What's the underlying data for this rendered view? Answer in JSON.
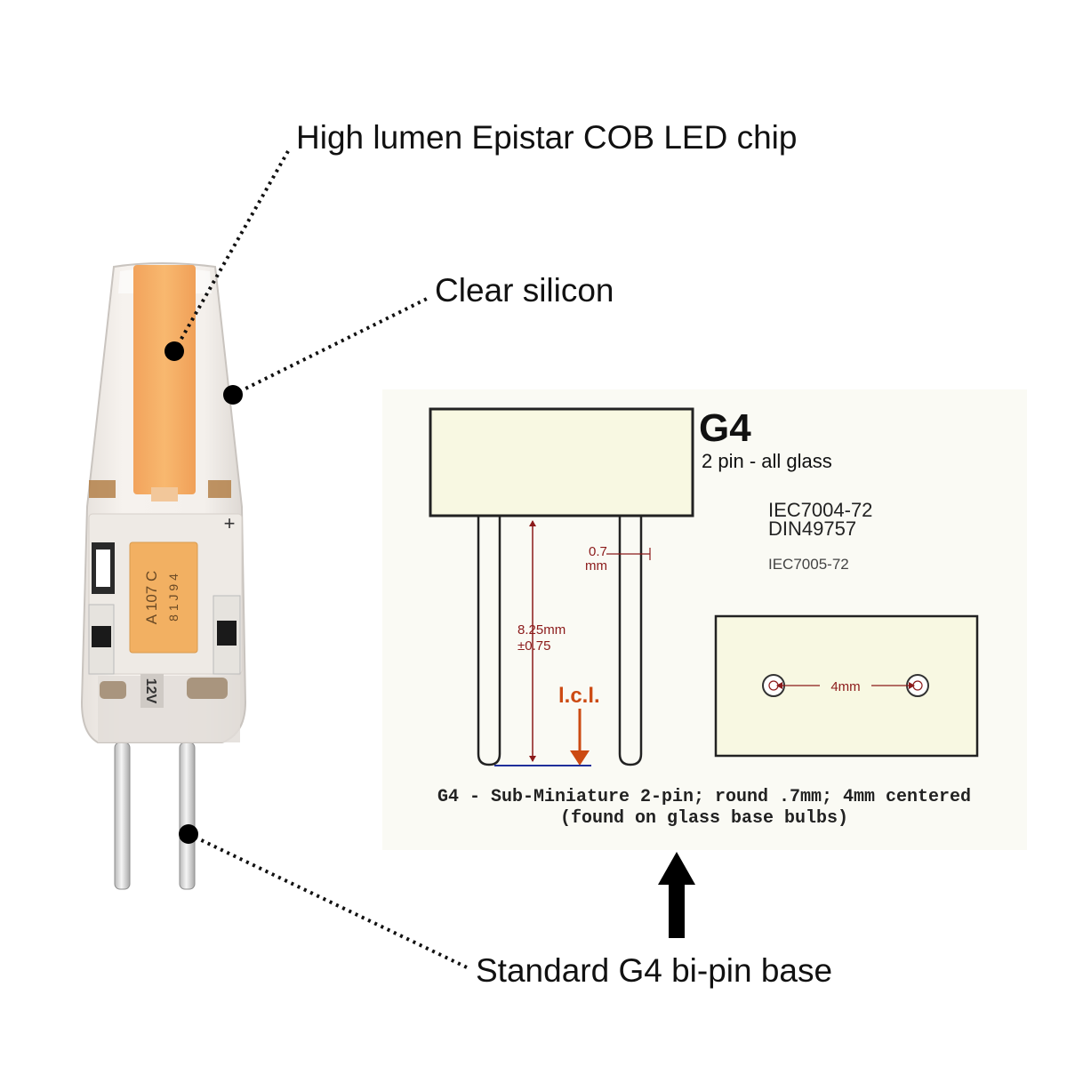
{
  "callouts": {
    "chip": "High lumen Epistar COB LED chip",
    "silicon": "Clear silicon",
    "base": "Standard G4 bi-pin base"
  },
  "bulb": {
    "capacitor_line1": "A 107 C",
    "capacitor_line2": "8 1 J 9 4",
    "voltage_marking": "12V",
    "plus_marking": "+"
  },
  "spec_drawing": {
    "title": "G4",
    "subtitle": "2 pin - all glass",
    "standard_1": "IEC7004-72",
    "standard_2": "DIN49757",
    "standard_3": "IEC7005-72",
    "pin_diameter_value": "0.7",
    "pin_diameter_unit": "mm",
    "pin_length_value": "8.25mm",
    "pin_length_tolerance": "±0.75",
    "lcl_label": "l.c.l.",
    "pin_spacing": "4mm",
    "caption_line1": "G4 - Sub-Miniature 2-pin; round .7mm; 4mm centered",
    "caption_line2": "(found on glass base bulbs)"
  },
  "colors": {
    "background": "#ffffff",
    "diagram_background": "#fafaf4",
    "cap_fill": "#f8f8e2",
    "dimension_line": "#8b1a1a",
    "lcl_arrow": "#cc4a12",
    "baseline": "#1f2f9a",
    "led_chip": "#f7b06a",
    "capacitor": "#f2b062"
  }
}
